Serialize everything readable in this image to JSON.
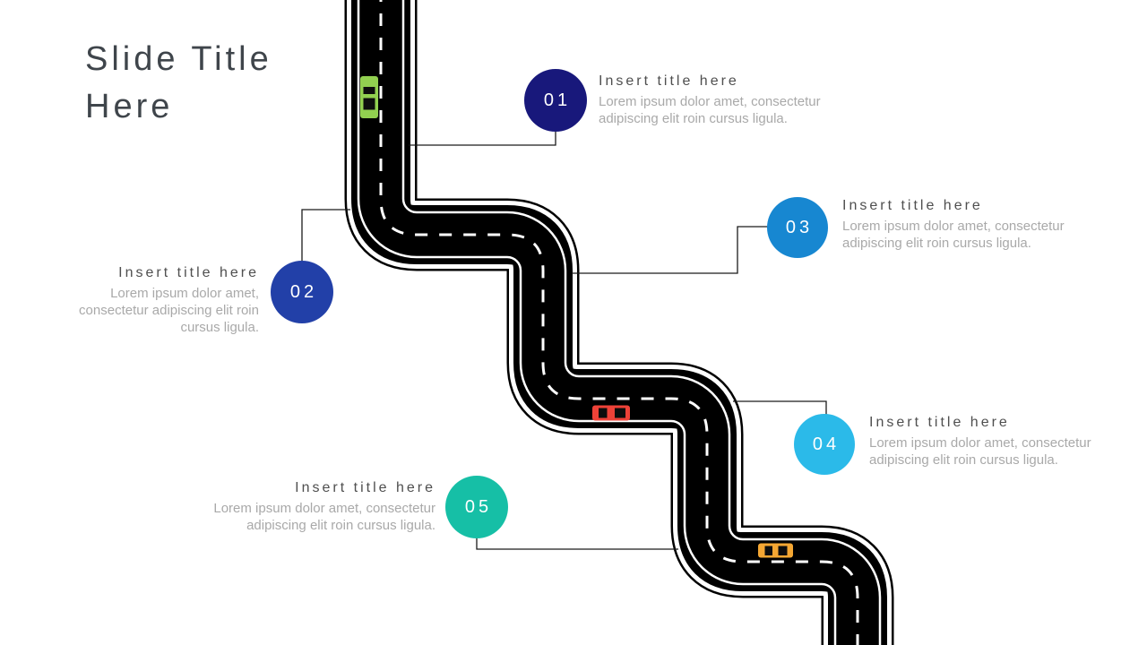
{
  "slide": {
    "title": "Slide Title Here"
  },
  "items": [
    {
      "number": "01",
      "title": "Insert title here",
      "body": "Lorem ipsum dolor amet, consectetur adipiscing elit roin cursus ligula.",
      "color": "#18187B"
    },
    {
      "number": "02",
      "title": "Insert title here",
      "body": "Lorem ipsum dolor amet, consectetur adipiscing elit roin cursus ligula.",
      "color": "#2240A8"
    },
    {
      "number": "03",
      "title": "Insert title here",
      "body": "Lorem ipsum dolor amet, consectetur adipiscing elit roin cursus ligula.",
      "color": "#1787D1"
    },
    {
      "number": "04",
      "title": "Insert title here",
      "body": "Lorem ipsum dolor amet, consectetur adipiscing elit roin cursus ligula.",
      "color": "#2BBAE9"
    },
    {
      "number": "05",
      "title": "Insert title here",
      "body": "Lorem ipsum dolor amet, consectetur adipiscing elit roin cursus ligula.",
      "color": "#16BFA6"
    }
  ],
  "road": {
    "asphalt_color": "#000000",
    "marking_color": "#FFFFFF"
  },
  "cars": [
    {
      "name": "green car",
      "color": "#92D050"
    },
    {
      "name": "red car",
      "color": "#EE4238"
    },
    {
      "name": "orange car",
      "color": "#F5A733"
    }
  ]
}
